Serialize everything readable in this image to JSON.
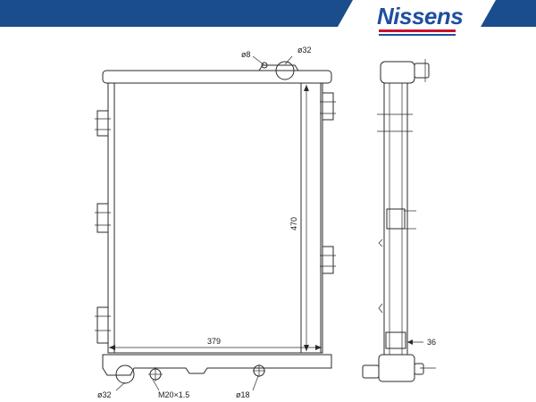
{
  "header": {
    "brand": "Nissens",
    "brand_color": "#1f4ea0",
    "accent_red": "#c8102e",
    "banner_color": "#1a4d8c"
  },
  "dimensions": {
    "breather_diameter": "ø8",
    "upper_inlet_diameter": "ø32",
    "height": "470",
    "width": "379",
    "lower_outlet_diameter": "ø32",
    "drain_thread": "M20×1.5",
    "small_outlet_diameter": "ø18",
    "depth": "36"
  }
}
